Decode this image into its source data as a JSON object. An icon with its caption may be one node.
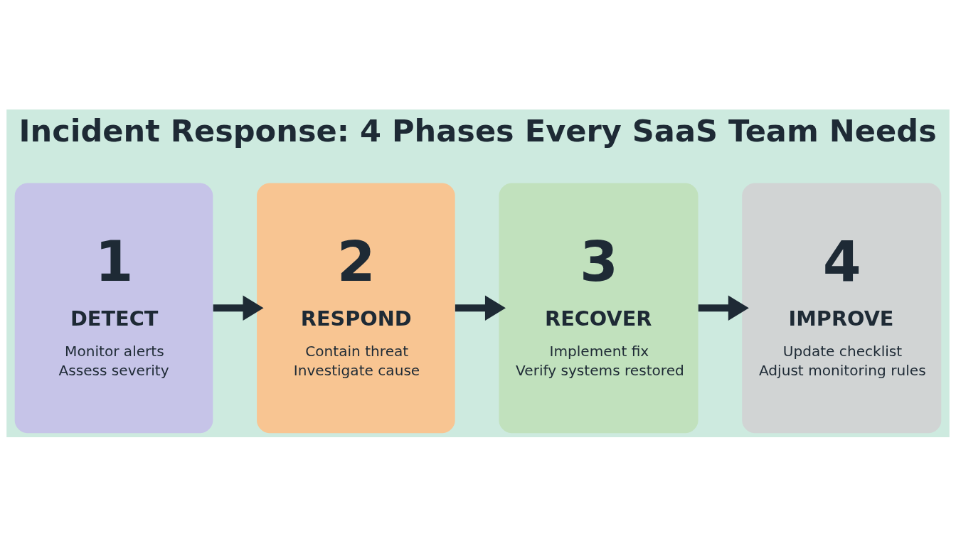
{
  "diagram": {
    "title": "Incident Response: 4 Phases Every SaaS Team Needs",
    "nodes": [
      {
        "text": [
          "1",
          "DETECT",
          "Monitor alerts",
          "Assess severity"
        ]
      },
      {
        "text": [
          "2",
          "RESPOND",
          "Contain threat",
          "Investigate cause"
        ]
      },
      {
        "text": [
          "3",
          "RECOVER",
          "Implement fix",
          "Verify systems restored"
        ]
      },
      {
        "text": [
          "4",
          "IMPROVE",
          "Update checklist",
          "Adjust monitoring rules"
        ]
      }
    ],
    "edges": [
      {
        "from": 0,
        "to": 1,
        "arrow": "to"
      },
      {
        "from": 1,
        "to": 2,
        "arrow": "to"
      },
      {
        "from": 2,
        "to": 3,
        "arrow": "to"
      }
    ]
  }
}
